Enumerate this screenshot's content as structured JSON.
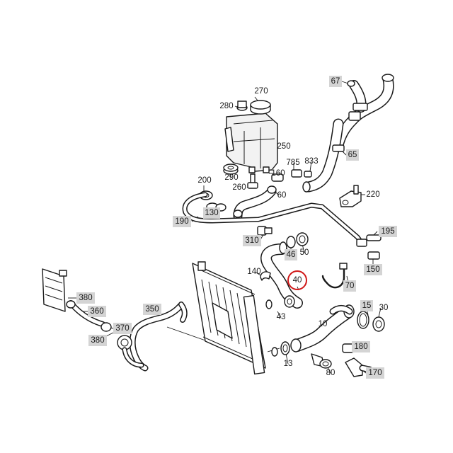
{
  "highlight_color": "#d01818",
  "callouts": [
    {
      "id": "c67",
      "label": "67",
      "boxed": true
    },
    {
      "id": "c270",
      "label": "270",
      "boxed": false
    },
    {
      "id": "c280",
      "label": "280",
      "boxed": false
    },
    {
      "id": "c250",
      "label": "250",
      "boxed": false
    },
    {
      "id": "c785",
      "label": "785",
      "boxed": false
    },
    {
      "id": "c833",
      "label": "833",
      "boxed": false
    },
    {
      "id": "c65",
      "label": "65",
      "boxed": true
    },
    {
      "id": "c200",
      "label": "200",
      "boxed": false
    },
    {
      "id": "c290",
      "label": "290",
      "boxed": false
    },
    {
      "id": "c160",
      "label": "160",
      "boxed": true
    },
    {
      "id": "c260",
      "label": "260",
      "boxed": false
    },
    {
      "id": "c60",
      "label": "60",
      "boxed": false
    },
    {
      "id": "c220",
      "label": "220",
      "boxed": false
    },
    {
      "id": "c130",
      "label": "130",
      "boxed": true
    },
    {
      "id": "c190",
      "label": "190",
      "boxed": true
    },
    {
      "id": "c195",
      "label": "195",
      "boxed": true
    },
    {
      "id": "c310",
      "label": "310",
      "boxed": true
    },
    {
      "id": "c46",
      "label": "46",
      "boxed": true
    },
    {
      "id": "c50",
      "label": "50",
      "boxed": false
    },
    {
      "id": "c150",
      "label": "150",
      "boxed": true
    },
    {
      "id": "c140",
      "label": "140",
      "boxed": false
    },
    {
      "id": "c40",
      "label": "40",
      "boxed": false,
      "highlighted": true
    },
    {
      "id": "c70",
      "label": "70",
      "boxed": true
    },
    {
      "id": "c380a",
      "label": "380",
      "boxed": true
    },
    {
      "id": "c360",
      "label": "360",
      "boxed": true
    },
    {
      "id": "c350",
      "label": "350",
      "boxed": true
    },
    {
      "id": "c43",
      "label": "43",
      "boxed": false
    },
    {
      "id": "c15",
      "label": "15",
      "boxed": true
    },
    {
      "id": "c30",
      "label": "30",
      "boxed": false
    },
    {
      "id": "c370",
      "label": "370",
      "boxed": true
    },
    {
      "id": "c10",
      "label": "10",
      "boxed": false
    },
    {
      "id": "c380b",
      "label": "380",
      "boxed": true
    },
    {
      "id": "c180",
      "label": "180",
      "boxed": true
    },
    {
      "id": "c13",
      "label": "13",
      "boxed": false
    },
    {
      "id": "c80",
      "label": "80",
      "boxed": false
    },
    {
      "id": "c170",
      "label": "170",
      "boxed": true
    }
  ]
}
